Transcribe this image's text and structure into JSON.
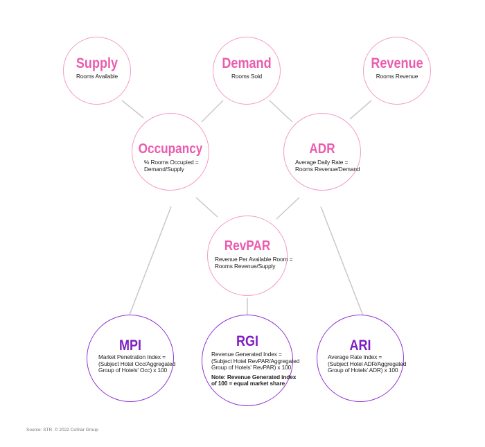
{
  "colors": {
    "pink_title": "#ea5cad",
    "pink_border": "#f49ac8",
    "purple_title": "#7e1fc4",
    "purple_border": "#9035d3",
    "connector": "#c8c8c8"
  },
  "nodes": {
    "supply": {
      "title": "Supply",
      "lines": [
        "Rooms Available"
      ]
    },
    "demand": {
      "title": "Demand",
      "lines": [
        "Rooms Sold"
      ]
    },
    "revenue": {
      "title": "Revenue",
      "lines": [
        "Rooms Revenue"
      ]
    },
    "occupancy": {
      "title": "Occupancy",
      "lines": [
        "% Rooms Occupied =",
        "Demand/Supply"
      ]
    },
    "adr": {
      "title": "ADR",
      "lines": [
        "Average Daily Rate =",
        "Rooms Revenue/Demand"
      ]
    },
    "revpar": {
      "title": "RevPAR",
      "lines": [
        "Revenue Per Available Room =",
        "Rooms Revenue/Supply"
      ]
    },
    "mpi": {
      "title": "MPI",
      "lines": [
        "Market Penetration Index =",
        "(Subject Hotel Occ/Aggregated",
        "Group of Hotels' Occ) x 100"
      ]
    },
    "rgi": {
      "title": "RGI",
      "lines": [
        "Revenue Generated Index =",
        "(Subject Hotel RevPAR/Aggregated",
        "Group of Hotels' RevPAR) x 100"
      ],
      "note_lines": [
        "Note: Revenue Generated index",
        "of 100 = equal market share"
      ]
    },
    "ari": {
      "title": "ARI",
      "lines": [
        "Average Rate Index =",
        "(Subject Hotel ADR/Aggregated",
        "Group of Hotels' ADR) x 100"
      ]
    }
  },
  "source": "Source: STR. © 2022 CoStar Group"
}
